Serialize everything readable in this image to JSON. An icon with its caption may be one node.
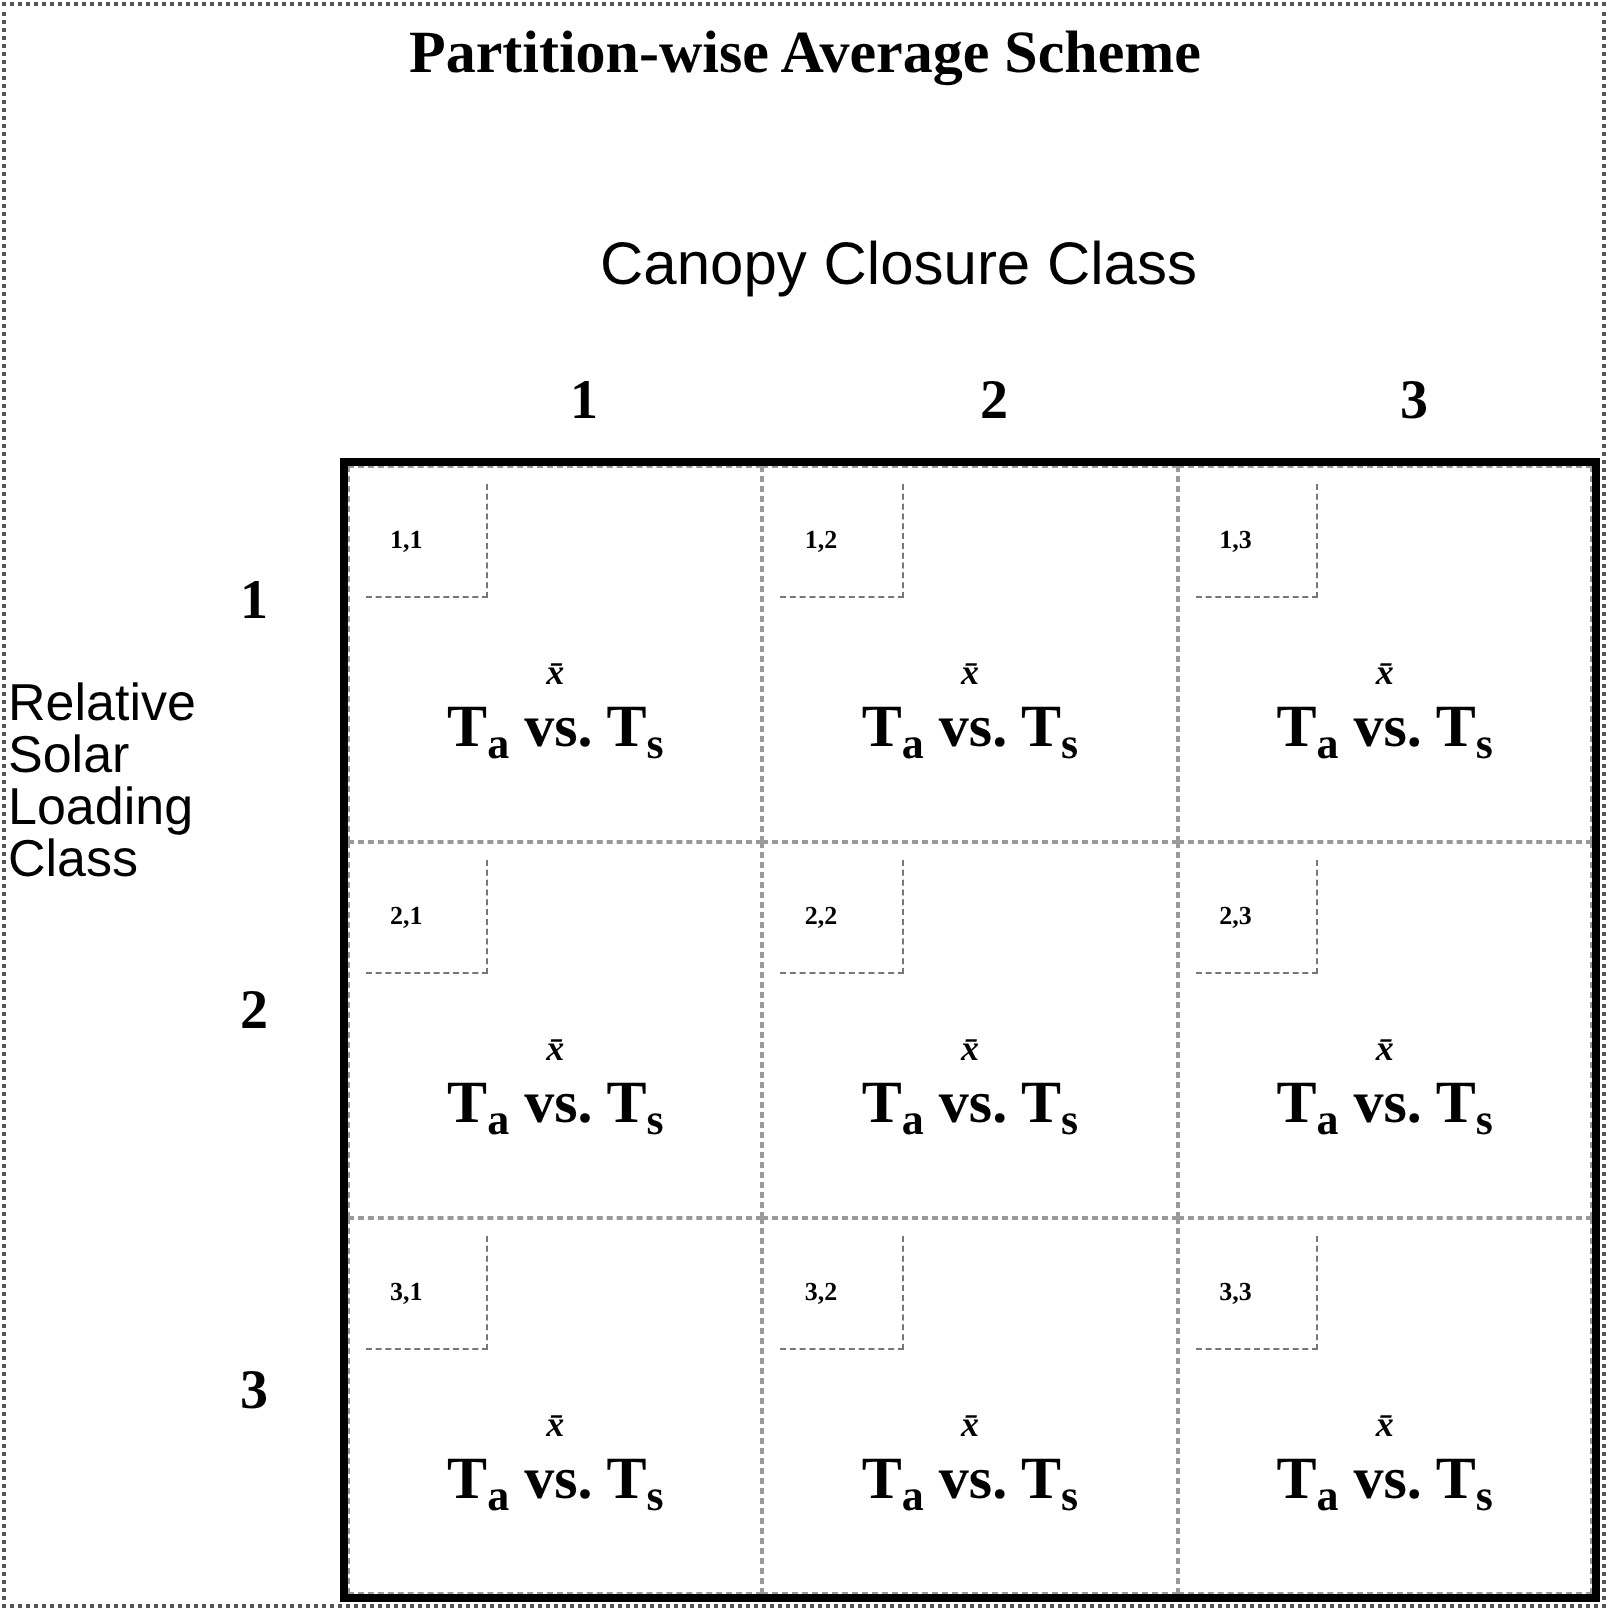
{
  "diagram": {
    "title": "Partition-wise Average Scheme",
    "nodes": [
      {
        "text": [],
        "shape": "box"
      },
      {
        "text": [
          "1,1",
          "x̄",
          "T$_{a}$ vs. T$_{s}$"
        ],
        "in": 0
      },
      {
        "text": [
          "1,2",
          "x̄",
          "T$_{a}$ vs. T$_{s}$"
        ],
        "in": 0
      },
      {
        "text": [
          "1,3",
          "x̄",
          "T$_{a}$ vs. T$_{s}$"
        ],
        "in": 0
      },
      {
        "text": [
          "2,1",
          "x̄",
          "T$_{a}$ vs. T$_{s}$"
        ],
        "in": 0
      },
      {
        "text": [
          "2,2",
          "x̄",
          "T$_{a}$ vs. T$_{s}$"
        ],
        "in": 0
      },
      {
        "text": [
          "2,3",
          "x̄",
          "T$_{a}$ vs. T$_{s}$"
        ],
        "in": 0
      },
      {
        "text": [
          "3,1",
          "x̄",
          "T$_{a}$ vs. T$_{s}$"
        ],
        "in": 0
      },
      {
        "text": [
          "3,2",
          "x̄",
          "T$_{a}$ vs. T$_{s}$"
        ],
        "in": 0
      },
      {
        "text": [
          "3,3",
          "x̄",
          "T$_{a}$ vs. T$_{s}$"
        ],
        "in": 0
      }
    ],
    "labels": [
      "Canopy Closure Class",
      "1",
      "2",
      "3",
      "1",
      "Relative Solar Loading Class",
      "2",
      "3"
    ]
  }
}
